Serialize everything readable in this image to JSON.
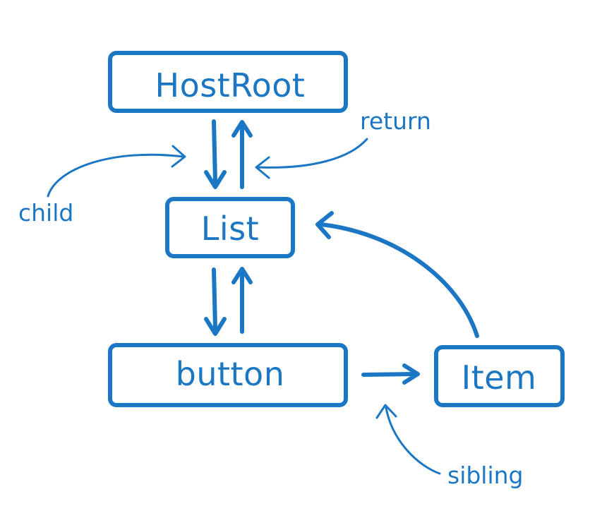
{
  "colors": {
    "ink": "#1b77c4",
    "background": "#ffffff"
  },
  "nodes": {
    "hostroot": "HostRoot",
    "list": "List",
    "button": "button",
    "item": "Item"
  },
  "annotations": {
    "child": "child",
    "return": "return",
    "sibling": "sibling"
  }
}
